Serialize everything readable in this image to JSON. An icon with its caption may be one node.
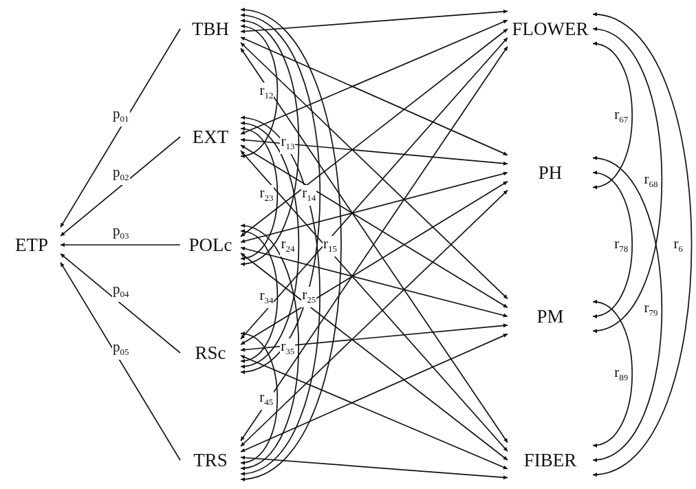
{
  "diagram": {
    "nodes": [
      {
        "text": [
          "ETP"
        ]
      },
      {
        "text": [
          "TBH"
        ]
      },
      {
        "text": [
          "EXT"
        ]
      },
      {
        "text": [
          "POLc"
        ]
      },
      {
        "text": [
          "RSc"
        ]
      },
      {
        "text": [
          "TRS"
        ]
      },
      {
        "text": [
          "FLOWER"
        ]
      },
      {
        "text": [
          "PH"
        ]
      },
      {
        "text": [
          "PM"
        ]
      },
      {
        "text": [
          "FIBER"
        ]
      }
    ],
    "edges": [
      {
        "from": 1,
        "to": 0,
        "arrow": "to",
        "label": "p$_{01}$"
      },
      {
        "from": 2,
        "to": 0,
        "arrow": "to",
        "label": "p$_{02}$"
      },
      {
        "from": 3,
        "to": 0,
        "arrow": "to",
        "label": "p$_{03}$"
      },
      {
        "from": 4,
        "to": 0,
        "arrow": "to",
        "label": "p$_{04}$"
      },
      {
        "from": 5,
        "to": 0,
        "arrow": "to",
        "label": "p$_{05}$"
      },
      {
        "from": 1,
        "to": 2,
        "arrow": "both",
        "label": "r$_{12}$"
      },
      {
        "from": 1,
        "to": 3,
        "arrow": "both",
        "label": "r$_{13}$"
      },
      {
        "from": 1,
        "to": 4,
        "arrow": "both",
        "label": "r$_{14}$"
      },
      {
        "from": 1,
        "to": 5,
        "arrow": "both",
        "label": "r$_{15}$"
      },
      {
        "from": 2,
        "to": 3,
        "arrow": "both",
        "label": "r$_{23}$"
      },
      {
        "from": 2,
        "to": 4,
        "arrow": "both",
        "label": "r$_{24}$"
      },
      {
        "from": 2,
        "to": 5,
        "arrow": "both",
        "label": "r$_{25}$"
      },
      {
        "from": 3,
        "to": 4,
        "arrow": "both",
        "label": "r$_{34}$"
      },
      {
        "from": 3,
        "to": 5,
        "arrow": "both",
        "label": "r$_{35}$"
      },
      {
        "from": 4,
        "to": 5,
        "arrow": "both",
        "label": "r$_{45}$"
      },
      {
        "from": 6,
        "to": 1,
        "arrow": "both"
      },
      {
        "from": 6,
        "to": 2,
        "arrow": "both"
      },
      {
        "from": 6,
        "to": 3,
        "arrow": "both"
      },
      {
        "from": 6,
        "to": 4,
        "arrow": "both"
      },
      {
        "from": 6,
        "to": 5,
        "arrow": "both"
      },
      {
        "from": 7,
        "to": 1,
        "arrow": "both"
      },
      {
        "from": 7,
        "to": 2,
        "arrow": "both"
      },
      {
        "from": 7,
        "to": 3,
        "arrow": "both"
      },
      {
        "from": 7,
        "to": 4,
        "arrow": "both"
      },
      {
        "from": 7,
        "to": 5,
        "arrow": "both"
      },
      {
        "from": 8,
        "to": 1,
        "arrow": "both"
      },
      {
        "from": 8,
        "to": 2,
        "arrow": "both"
      },
      {
        "from": 8,
        "to": 3,
        "arrow": "both"
      },
      {
        "from": 8,
        "to": 4,
        "arrow": "both"
      },
      {
        "from": 8,
        "to": 5,
        "arrow": "both"
      },
      {
        "from": 9,
        "to": 1,
        "arrow": "both"
      },
      {
        "from": 9,
        "to": 2,
        "arrow": "both"
      },
      {
        "from": 9,
        "to": 3,
        "arrow": "both"
      },
      {
        "from": 9,
        "to": 4,
        "arrow": "both"
      },
      {
        "from": 9,
        "to": 5,
        "arrow": "both"
      },
      {
        "from": 6,
        "to": 7,
        "arrow": "both",
        "label": "r$_{67}$"
      },
      {
        "from": 6,
        "to": 8,
        "arrow": "both",
        "label": "r$_{68}$"
      },
      {
        "from": 6,
        "to": 9,
        "arrow": "both",
        "label": "r$_{6}$"
      },
      {
        "from": 7,
        "to": 8,
        "arrow": "both",
        "label": "r$_{78}$"
      },
      {
        "from": 7,
        "to": 9,
        "arrow": "both",
        "label": "r$_{79}$"
      },
      {
        "from": 8,
        "to": 9,
        "arrow": "both",
        "label": "r$_{89}$"
      }
    ]
  }
}
